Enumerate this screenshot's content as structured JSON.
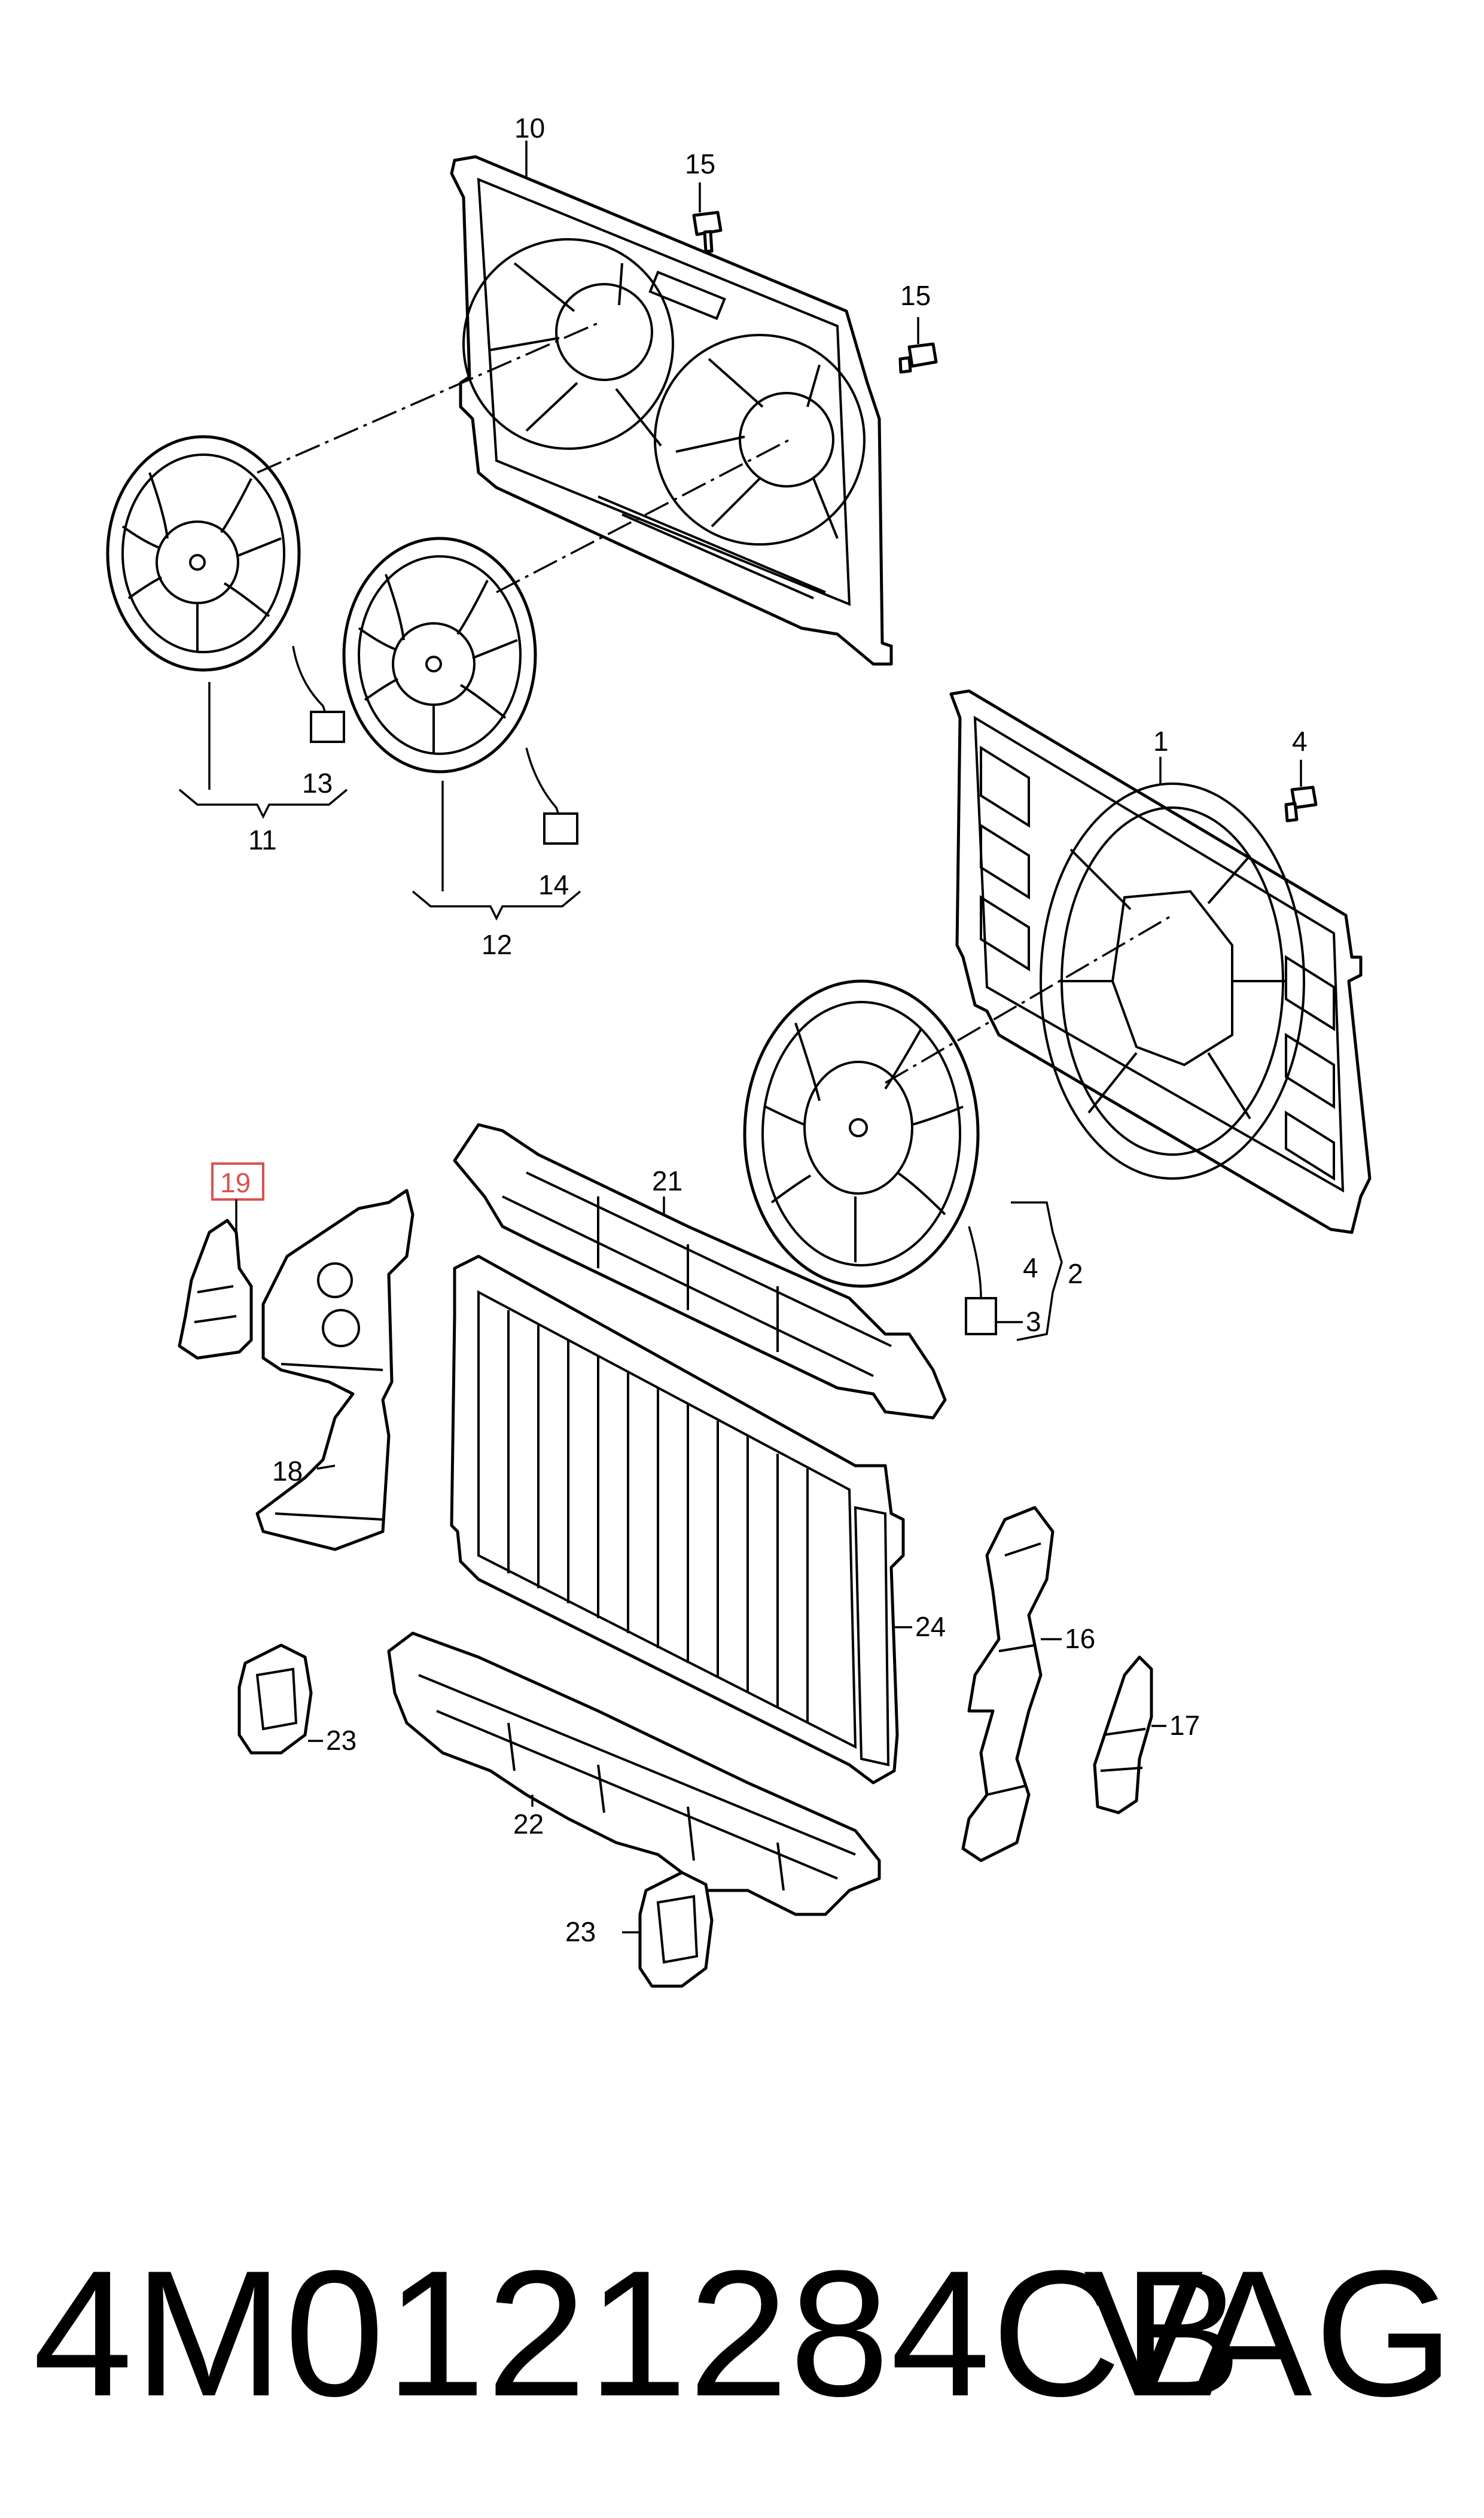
{
  "callouts": {
    "c1": "1",
    "c2": "2",
    "c3": "3",
    "c4a": "4",
    "c4b": "4",
    "c10": "10",
    "c11": "11",
    "c12": "12",
    "c13": "13",
    "c14": "14",
    "c15a": "15",
    "c15b": "15",
    "c16": "16",
    "c17": "17",
    "c18": "18",
    "c19": "19",
    "c21": "21",
    "c22": "22",
    "c23a": "23",
    "c23b": "23",
    "c24": "24"
  },
  "highlight_color": "#d9534f",
  "footer": {
    "part_number": "4M0121284CB",
    "brand": "VAG"
  }
}
